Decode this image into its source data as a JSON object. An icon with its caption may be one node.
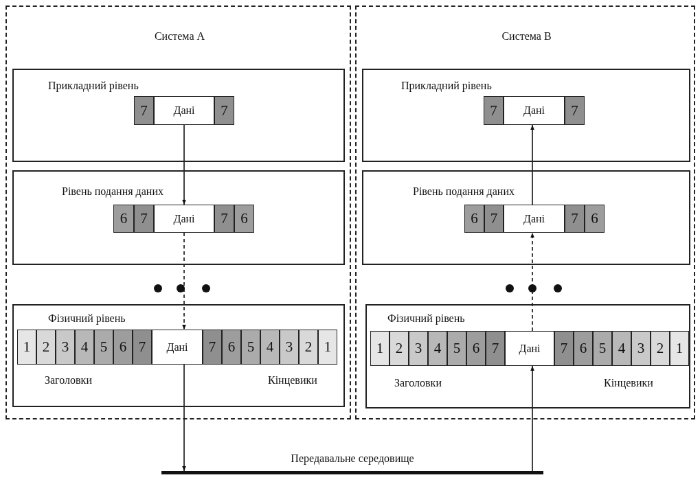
{
  "diagram": {
    "nodes": [
      {
        "text": [
          "Система А"
        ]
      },
      {
        "text": [
          "Прикладний рівень"
        ],
        "in": 0
      },
      {
        "text": [
          "7"
        ],
        "in": 1
      },
      {
        "text": [
          "Дані"
        ],
        "in": 1
      },
      {
        "text": [
          "7"
        ],
        "in": 1
      },
      {
        "text": [
          "Рівень подання даних"
        ],
        "in": 0
      },
      {
        "text": [
          "6"
        ],
        "in": 5
      },
      {
        "text": [
          "7"
        ],
        "in": 5
      },
      {
        "text": [
          "Дані"
        ],
        "in": 5
      },
      {
        "text": [
          "7"
        ],
        "in": 5
      },
      {
        "text": [
          "6"
        ],
        "in": 5
      },
      {
        "text": [
          "Фізичний рівень",
          "Заголовки",
          "Кінцевики"
        ],
        "in": 0
      },
      {
        "text": [
          "1"
        ],
        "in": 11
      },
      {
        "text": [
          "2"
        ],
        "in": 11
      },
      {
        "text": [
          "3"
        ],
        "in": 11
      },
      {
        "text": [
          "4"
        ],
        "in": 11
      },
      {
        "text": [
          "5"
        ],
        "in": 11
      },
      {
        "text": [
          "6"
        ],
        "in": 11
      },
      {
        "text": [
          "7"
        ],
        "in": 11
      },
      {
        "text": [
          "Дані"
        ],
        "in": 11
      },
      {
        "text": [
          "7"
        ],
        "in": 11
      },
      {
        "text": [
          "6"
        ],
        "in": 11
      },
      {
        "text": [
          "5"
        ],
        "in": 11
      },
      {
        "text": [
          "4"
        ],
        "in": 11
      },
      {
        "text": [
          "3"
        ],
        "in": 11
      },
      {
        "text": [
          "2"
        ],
        "in": 11
      },
      {
        "text": [
          "1"
        ],
        "in": 11
      },
      {
        "text": [
          "Система В"
        ]
      },
      {
        "text": [
          "Прикладний рівень"
        ],
        "in": 27
      },
      {
        "text": [
          "7"
        ],
        "in": 28
      },
      {
        "text": [
          "Дані"
        ],
        "in": 28
      },
      {
        "text": [
          "7"
        ],
        "in": 28
      },
      {
        "text": [
          "Рівень подання даних"
        ],
        "in": 27
      },
      {
        "text": [
          "6"
        ],
        "in": 32
      },
      {
        "text": [
          "7"
        ],
        "in": 32
      },
      {
        "text": [
          "Дані"
        ],
        "in": 32
      },
      {
        "text": [
          "7"
        ],
        "in": 32
      },
      {
        "text": [
          "6"
        ],
        "in": 32
      },
      {
        "text": [
          "Фізичний рівень",
          "Заголовки",
          "Кінцевики"
        ],
        "in": 27
      },
      {
        "text": [
          "1"
        ],
        "in": 38
      },
      {
        "text": [
          "2"
        ],
        "in": 38
      },
      {
        "text": [
          "3"
        ],
        "in": 38
      },
      {
        "text": [
          "4"
        ],
        "in": 38
      },
      {
        "text": [
          "5"
        ],
        "in": 38
      },
      {
        "text": [
          "6"
        ],
        "in": 38
      },
      {
        "text": [
          "7"
        ],
        "in": 38
      },
      {
        "text": [
          "Дані"
        ],
        "in": 38
      },
      {
        "text": [
          "7"
        ],
        "in": 38
      },
      {
        "text": [
          "6"
        ],
        "in": 38
      },
      {
        "text": [
          "5"
        ],
        "in": 38
      },
      {
        "text": [
          "4"
        ],
        "in": 38
      },
      {
        "text": [
          "3"
        ],
        "in": 38
      },
      {
        "text": [
          "2"
        ],
        "in": 38
      },
      {
        "text": [
          "1"
        ],
        "in": 38
      },
      {
        "text": [
          "Передавальне середовище"
        ]
      }
    ],
    "edges": [
      {
        "from": 3,
        "to": 8,
        "arrow": "to"
      },
      {
        "from": 8,
        "to": 19,
        "arrow": "to",
        "style": "dashed"
      },
      {
        "from": 19,
        "to": 54,
        "arrow": "to"
      },
      {
        "from": 54,
        "to": 46,
        "arrow": "to"
      },
      {
        "from": 46,
        "to": 35,
        "arrow": "to",
        "style": "dashed"
      },
      {
        "from": 35,
        "to": 30,
        "arrow": "to"
      }
    ]
  }
}
